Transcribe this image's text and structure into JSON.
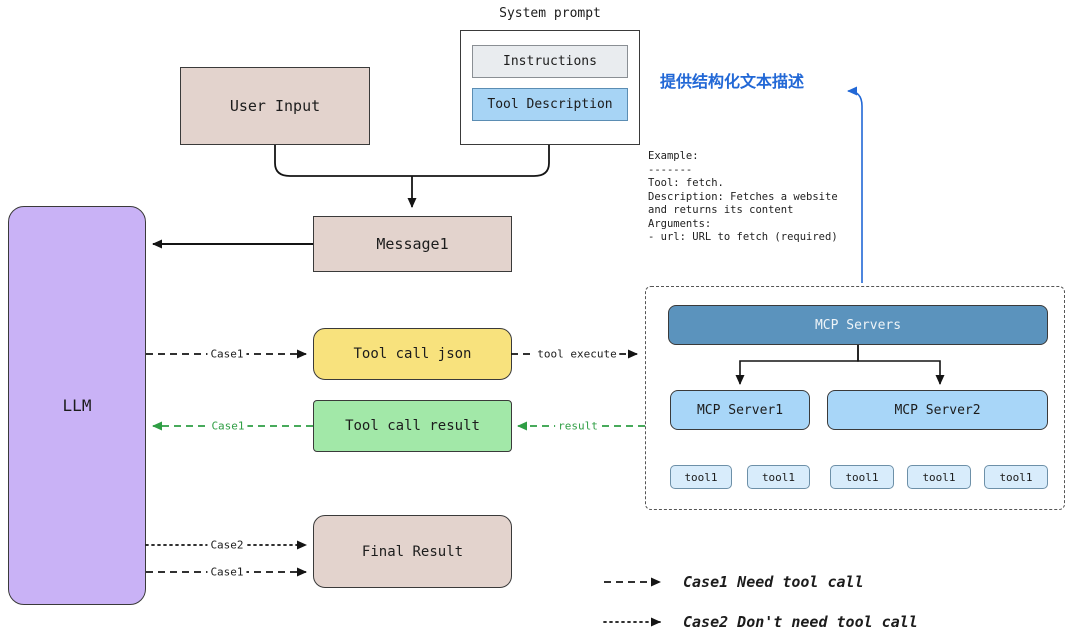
{
  "boxes": {
    "llm": "LLM",
    "user_input": "User Input",
    "system_prompt_title": "System prompt",
    "instructions": "Instructions",
    "tool_description": "Tool Description",
    "message1": "Message1",
    "tool_call_json": "Tool call json",
    "tool_call_result": "Tool call result",
    "final_result": "Final Result"
  },
  "annotation": {
    "chinese_note": "提供结构化文本描述",
    "example_lines": [
      "Example:",
      "-------",
      "Tool: fetch.",
      "Description: Fetches a website",
      "and returns its content",
      "Arguments:",
      "- url: URL to fetch (required)"
    ]
  },
  "mcp": {
    "servers_title": "MCP Servers",
    "server1": "MCP Server1",
    "server2": "MCP Server2",
    "tools_server1": [
      "tool1",
      "tool1"
    ],
    "tools_server2": [
      "tool1",
      "tool1",
      "tool1"
    ]
  },
  "arrow_labels": {
    "case1_to_tool_json": "Case1",
    "tool_execute": "tool execute",
    "result": "result",
    "case1_return": "Case1",
    "case2_to_final": "Case2",
    "case1_to_final": "Case1"
  },
  "legend": {
    "case1": "Case1 Need tool call",
    "case2": "Case2 Don't need tool call"
  },
  "colors": {
    "llm_fill": "#c9b2f6",
    "beige_fill": "#e3d3cd",
    "instructions_fill": "#e9ecef",
    "tool_description_fill": "#a7d4f5",
    "tool_call_json_fill": "#f8e27d",
    "tool_call_result_fill": "#a2e8a8",
    "mcp_header_fill": "#5b93bd",
    "mcp_server_fill": "#a8d6f8",
    "tool_chip_fill": "#d8ecfb",
    "note_blue": "#2268d6",
    "result_green": "#2f9e44",
    "line_black": "#141414"
  }
}
